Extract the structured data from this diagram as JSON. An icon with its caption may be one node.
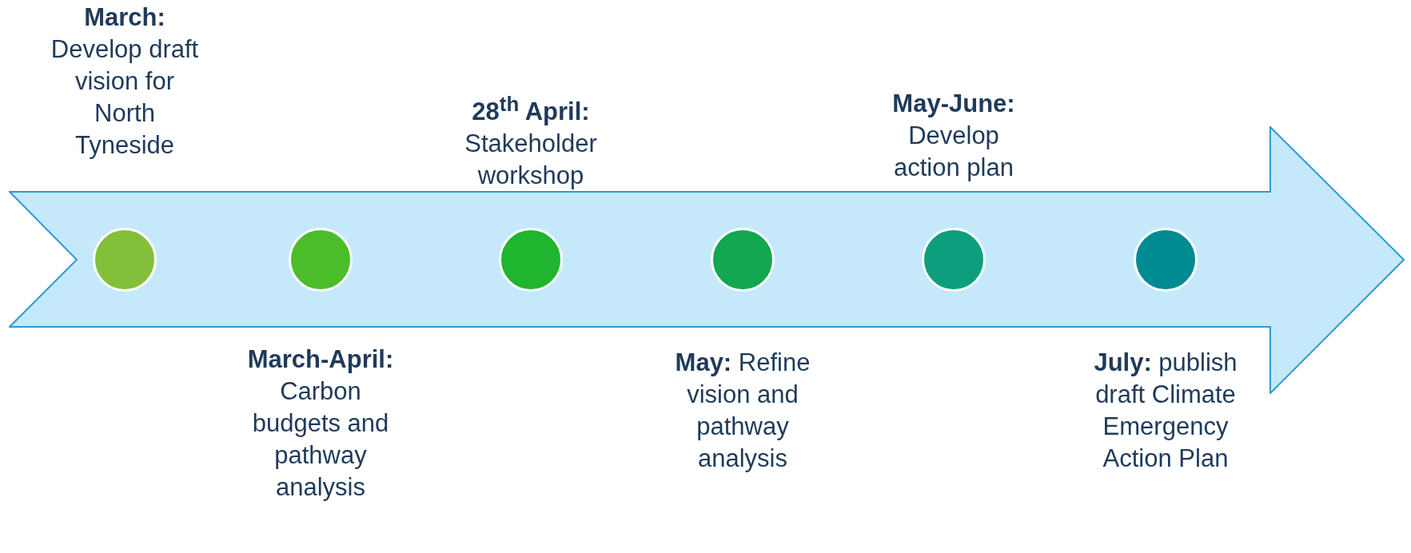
{
  "diagram": {
    "nodes": [
      {
        "text": [],
        "shape": "arrow"
      },
      {
        "text": [],
        "shape": "circle",
        "in": 0,
        "beside": [
          "**March:** Develop draft vision for North Tyneside"
        ]
      },
      {
        "text": [],
        "shape": "circle",
        "in": 0,
        "beside": [
          "**March-April:** Carbon budgets and pathway analysis"
        ]
      },
      {
        "text": [],
        "shape": "circle",
        "in": 0,
        "beside": [
          "**28$^{th}$ April:** Stakeholder workshop"
        ]
      },
      {
        "text": [],
        "shape": "circle",
        "in": 0,
        "beside": [
          "**May:** Refine vision and pathway analysis"
        ]
      },
      {
        "text": [],
        "shape": "circle",
        "in": 0,
        "beside": [
          "**May-June:** Develop action plan"
        ]
      },
      {
        "text": [],
        "shape": "circle",
        "in": 0,
        "beside": [
          "**July:** publish draft Climate Emergency Action Plan"
        ]
      }
    ]
  }
}
